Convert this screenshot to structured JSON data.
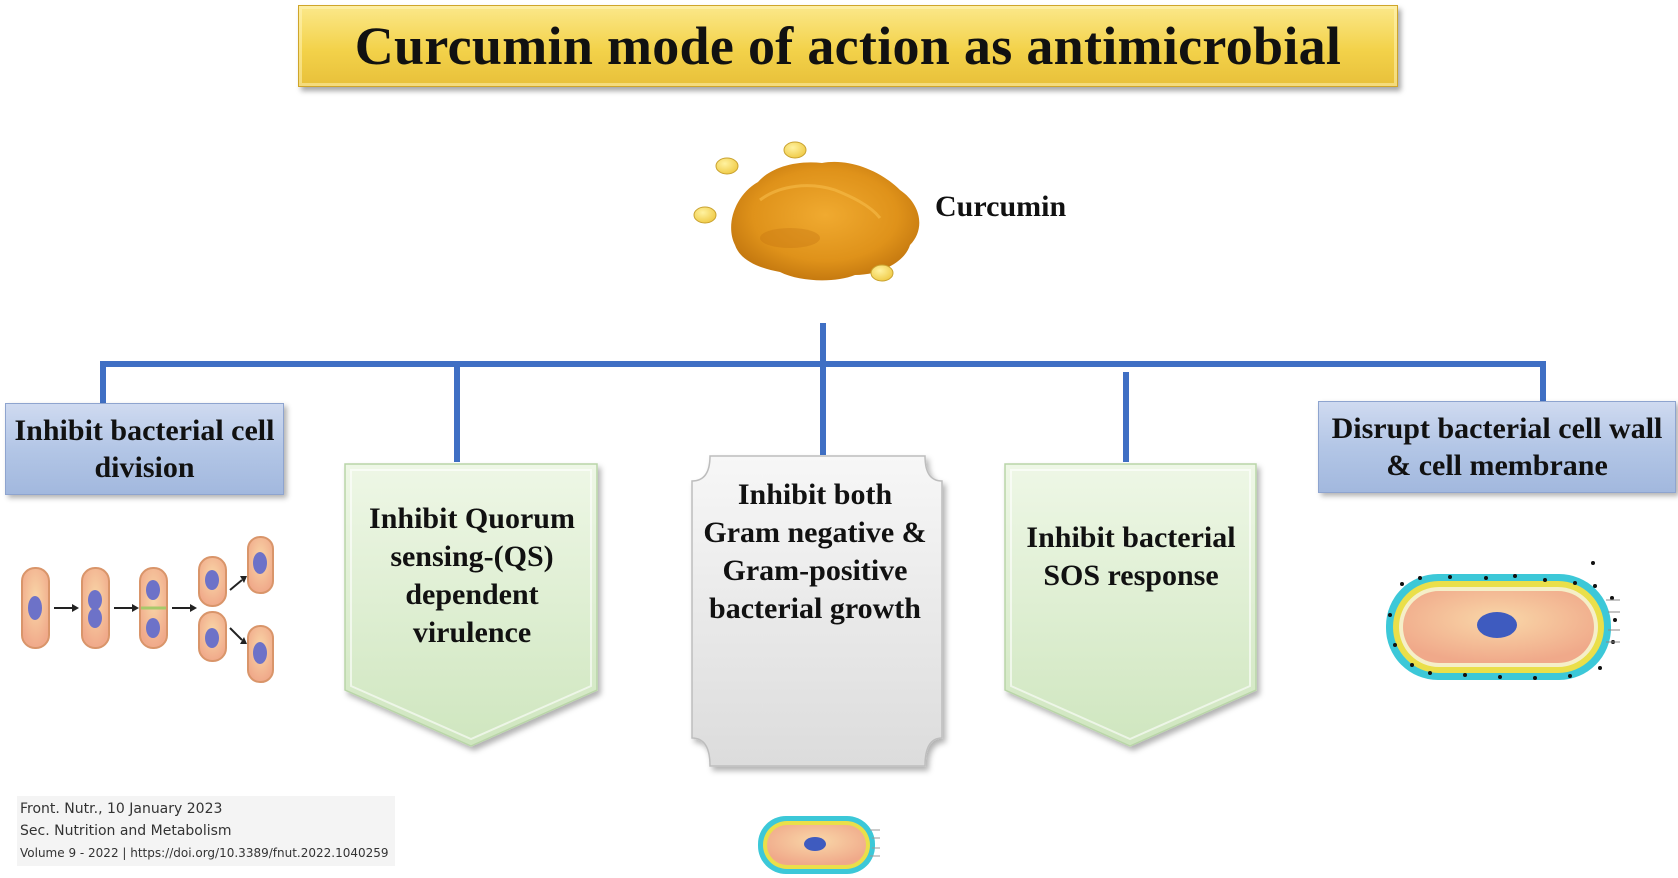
{
  "title": "Curcumin mode of action as antimicrobial",
  "center_label": "Curcumin",
  "mechanisms": {
    "cell_division": "Inhibit bacterial cell division",
    "quorum_sensing": "Inhibit Quorum sensing-(QS) dependent virulence",
    "gram_growth": "Inhibit both Gram negative & Gram-positive bacterial growth",
    "sos_response": "Inhibit bacterial SOS response",
    "cell_wall": "Disrupt bacterial cell wall & cell membrane"
  },
  "citation": {
    "journal_date": "Front. Nutr., 10 January 2023",
    "section": "Sec. Nutrition and Metabolism",
    "volume_doi": "Volume 9 - 2022 | https://doi.org/10.3389/fnut.2022.1040259"
  },
  "colors": {
    "title_banner": "#f3d24a",
    "connector": "#3f6fc4",
    "blue_box": "#b3c6e6",
    "pentagon_fill": "#dcefd0",
    "plaque_fill": "#ececec",
    "curcumin_powder": "#e2961c",
    "cell_cytoplasm": "#f6c89a",
    "cell_nucleus": "#3e5bbf",
    "cell_membrane_outer": "#38c8d8",
    "cell_membrane_inner": "#e8e04a"
  }
}
